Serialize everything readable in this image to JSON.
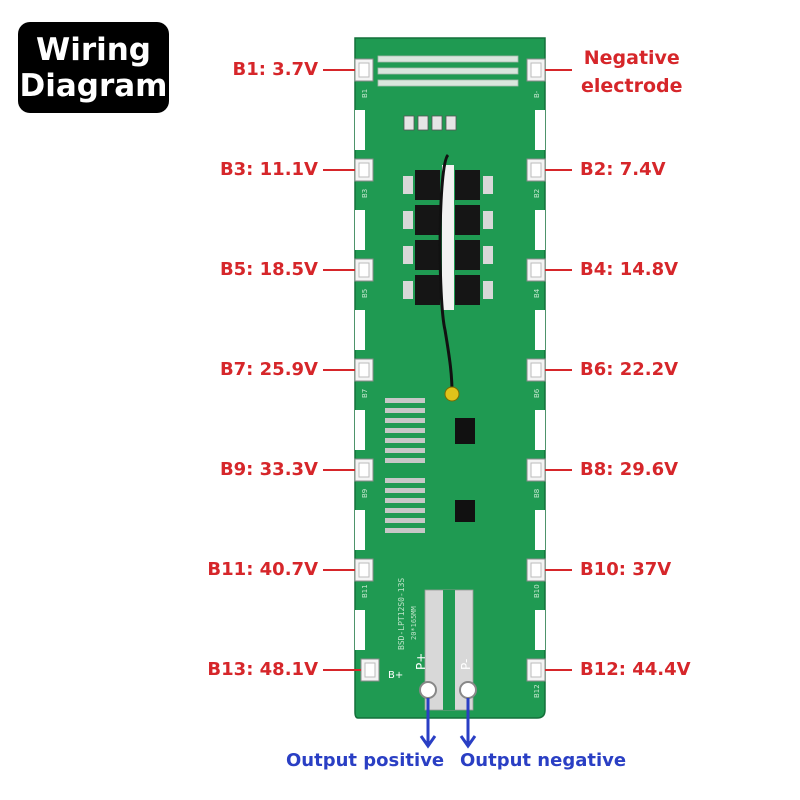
{
  "title": {
    "line1": "Wiring",
    "line2": "Diagram"
  },
  "left_taps": [
    {
      "label": "B1: 3.7V",
      "pad": "B1"
    },
    {
      "label": "B3: 11.1V",
      "pad": "B3"
    },
    {
      "label": "B5: 18.5V",
      "pad": "B5"
    },
    {
      "label": "B7: 25.9V",
      "pad": "B7"
    },
    {
      "label": "B9: 33.3V",
      "pad": "B9"
    },
    {
      "label": "B11: 40.7V",
      "pad": "B11"
    },
    {
      "label": "B13: 48.1V",
      "pad": "B+"
    }
  ],
  "right_taps": [
    {
      "label": "Negative",
      "label2": "electrode",
      "pad": "B-"
    },
    {
      "label": "B2: 7.4V",
      "pad": "B2"
    },
    {
      "label": "B4: 14.8V",
      "pad": "B4"
    },
    {
      "label": "B6: 22.2V",
      "pad": "B6"
    },
    {
      "label": "B8: 29.6V",
      "pad": "B8"
    },
    {
      "label": "B10: 37V",
      "pad": "B10"
    },
    {
      "label": "B12: 44.4V",
      "pad": "B12"
    }
  ],
  "outputs": {
    "positive": {
      "label": "Output positive",
      "silk": "P+"
    },
    "negative": {
      "label": "Output negative",
      "silk": "P-"
    }
  },
  "board": {
    "silk_text": "BSD-LPT12S0-13S",
    "silk_text2": "20*165MM"
  },
  "colors": {
    "pcb": "#1f9a52",
    "label_red": "#d6262a",
    "label_blue": "#2a3fc4"
  }
}
